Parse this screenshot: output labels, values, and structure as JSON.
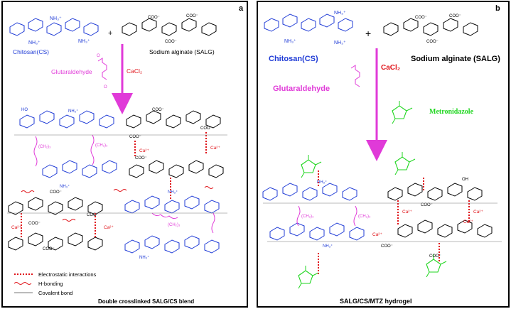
{
  "colors": {
    "chitosan": "#1f3bd6",
    "alginate": "#000000",
    "crosslinker": "#e03ad8",
    "electrostatic": "#e0141a",
    "drug": "#1fd61f"
  },
  "panel_a": {
    "letter": "a",
    "chitosan_label": "Chitosan(CS)",
    "alginate_label": "Sodium alginate (SALG)",
    "plus": "+",
    "cacl2": "CaCl₂",
    "glutaraldehyde": "Glutaraldehyde",
    "ca_ions": [
      "Ca²⁺",
      "Ca²⁺",
      "Ca²⁺",
      "Ca²⁺"
    ],
    "legend": [
      {
        "label": "Electrostatic interactions",
        "style": "dotted-red"
      },
      {
        "label": "H-bonding",
        "style": "wavy-red"
      },
      {
        "label": "Covalent bond",
        "style": "solid-gray"
      }
    ],
    "caption": "Double crosslinked SALG/CS blend"
  },
  "panel_b": {
    "letter": "b",
    "chitosan_label": "Chitosan(CS)",
    "alginate_label": "Sodium alginate (SALG)",
    "plus": "+",
    "cacl2": "CaCl₂",
    "glutaraldehyde": "Glutaraldehyde",
    "drug_label": "Metronidazole",
    "ca_ions": [
      "Ca²⁺",
      "Ca²⁺",
      "Ca²⁺",
      "Ca²⁺"
    ],
    "caption": "SALG/CS/MTZ hydrogel"
  }
}
